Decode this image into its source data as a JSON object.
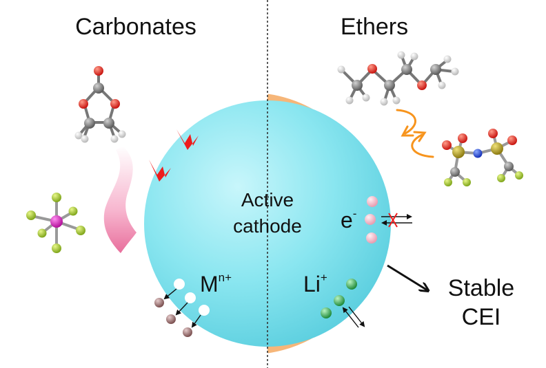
{
  "labels": {
    "left_heading": "Carbonates",
    "right_heading": "Ethers",
    "center_line1": "Active",
    "center_line2": "cathode",
    "electron_base": "e",
    "electron_sup": "-",
    "metal_base": "M",
    "metal_sup": "n+",
    "lithium_base": "Li",
    "lithium_sup": "+",
    "cei_line1": "Stable",
    "cei_line2": "CEI"
  },
  "colors": {
    "cathode_fill": "#7fe3ee",
    "cei_layer": "#f6b679",
    "attack_arrow": "#ee1c1c",
    "swoosh": "#f59fc0",
    "cycle_arrow": "#f7941d",
    "oxygen": "#e0201c",
    "carbon": "#7a7a7a",
    "hydrogen": "#f2f2f2",
    "fluorine": "#b5d92a",
    "phosphorus": "#e91fc7",
    "sulfur": "#c8b41c",
    "nitrogen": "#2040e0",
    "electron": "#f2b9c8",
    "lithium_ion": "#2ea84a",
    "metal_ion": "#a87d7d",
    "divider": "#333333"
  },
  "icons": {
    "carbonate_molecule": "ethylene-carbonate-molecule-icon",
    "pf6_anion": "pf6-anion-icon",
    "ether_molecule": "dimethoxyethane-molecule-icon",
    "tfsi_anion": "tfsi-anion-icon"
  }
}
